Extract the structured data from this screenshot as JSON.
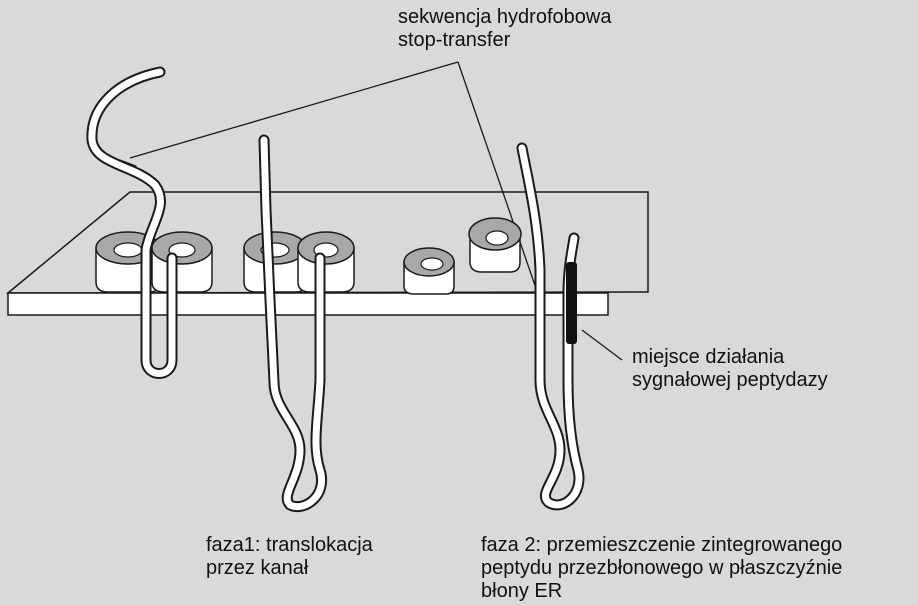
{
  "labels": {
    "hydrophobic_sequence": [
      "sekwencja hydrofobowa",
      "stop-transfer"
    ],
    "signal_peptidase_site": [
      "miejsce działania",
      "sygnałowej peptydazy"
    ],
    "phase1": [
      "faza1: translokacja",
      "przez kanał"
    ],
    "phase2": [
      "faza 2: przemieszczenie zintegrowanego",
      "peptydu przezbłonowego w płaszczyźnie",
      "błony ER"
    ]
  },
  "colors": {
    "background": "#d9d9d9",
    "tube": "#ffffff",
    "outline": "#1a1a1a",
    "channel_fill": "#a8a8a8",
    "membrane": "#ffffff",
    "signal_anchor": "#111111"
  }
}
